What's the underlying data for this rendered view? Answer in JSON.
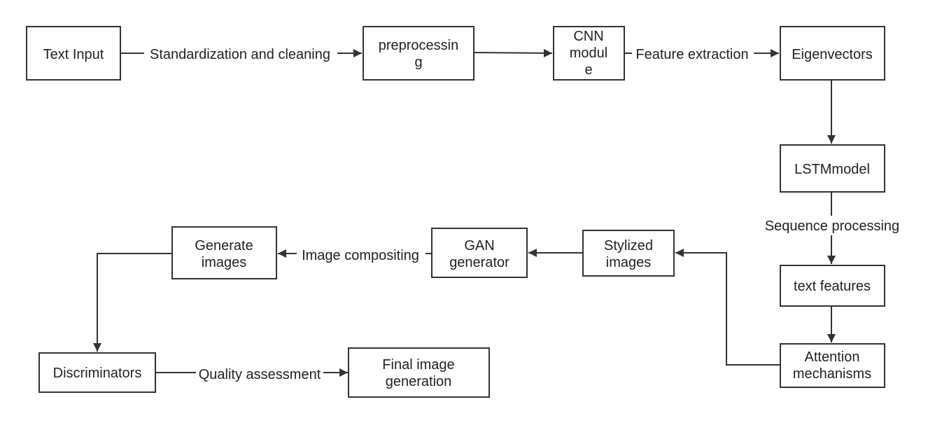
{
  "nodes": {
    "text_input": [
      "Text Input"
    ],
    "preprocessing": [
      "preprocessin",
      "g"
    ],
    "cnn_module": [
      "CNN",
      "modul",
      "e"
    ],
    "eigenvectors": [
      "Eigenvectors"
    ],
    "lstm_model": [
      "LSTMmodel"
    ],
    "text_features": [
      "text features"
    ],
    "attention": [
      "Attention",
      "mechanisms"
    ],
    "stylized": [
      "Stylized",
      "images"
    ],
    "gan_generator": [
      "GAN",
      "generator"
    ],
    "generate_images": [
      "Generate",
      "images"
    ],
    "discriminators": [
      "Discriminators"
    ],
    "final_image": [
      "Final image",
      "generation"
    ]
  },
  "edges": {
    "standardization": "Standardization and cleaning",
    "feature_extraction": "Feature extraction",
    "sequence_processing": "Sequence processing",
    "image_compositing": "Image compositing",
    "quality_assessment": "Quality assessment"
  }
}
